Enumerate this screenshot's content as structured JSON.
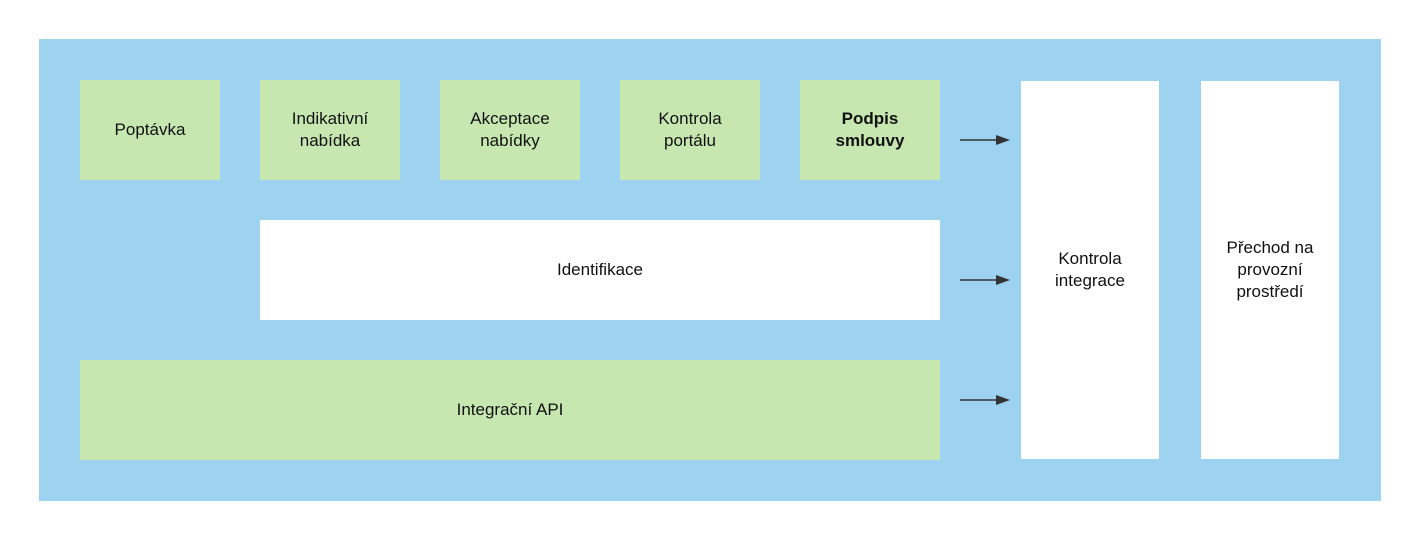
{
  "colors": {
    "background": "#9dd3f1",
    "green_box": "#c7e7b1",
    "white_box": "#ffffff",
    "arrow": "#333333"
  },
  "steps": {
    "poptavka": "Poptávka",
    "indikativni_nabidka": "Indikativní\nnabídka",
    "akceptace_nabidky": "Akceptace\nnabídky",
    "kontrola_portalu": "Kontrola\nportálu",
    "podpis_smlouvy": "Podpis\nsmlouvy"
  },
  "identifikace": "Identifikace",
  "integracni_api": "Integrační API",
  "kontrola_integrace": "Kontrola\nintegrace",
  "prechod": "Přechod na\nprovozní\nprostředí"
}
